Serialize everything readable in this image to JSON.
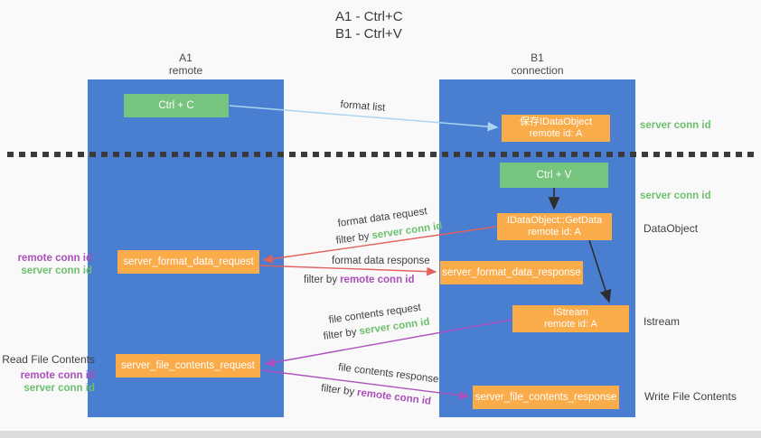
{
  "title": {
    "line1": "A1 - Ctrl+C",
    "line2": "B1 - Ctrl+V"
  },
  "columns": {
    "a1": {
      "name": "A1",
      "subtitle": "remote"
    },
    "b1": {
      "name": "B1",
      "subtitle": "connection"
    }
  },
  "boxes": {
    "ctrl_c": {
      "label": "Ctrl + C"
    },
    "ctrl_v": {
      "label": "Ctrl + V"
    },
    "save_dataobject": {
      "line1": "保存IDataObject",
      "line2": "remote id: A"
    },
    "getdata": {
      "line1": "IDataObject::GetData",
      "line2": "remote id: A"
    },
    "istream": {
      "line1": "IStream",
      "line2": "remote id: A"
    },
    "format_request": {
      "label": "server_format_data_request"
    },
    "format_response": {
      "label": "server_format_data_response"
    },
    "file_request": {
      "label": "server_file_contents_request"
    },
    "file_response": {
      "label": "server_file_contents_response"
    }
  },
  "arrow_labels": {
    "format_list": "format list",
    "format_data_request": "format data request",
    "format_data_response": "format data response",
    "file_contents_request": "file contents request",
    "file_contents_response": "file contents response",
    "filter_by": "filter by",
    "server_conn_id": "server conn id",
    "remote_conn_id": "remote conn id"
  },
  "side_labels": {
    "server_conn_id_top": "server conn id",
    "server_conn_id_mid": "server conn id",
    "dataobject": "DataObject",
    "istream": "Istream",
    "read_file_contents": "Read File Contents",
    "write_file_contents": "Write File Contents",
    "remote_conn_id": "remote conn id",
    "server_conn_id": "server conn id"
  },
  "colors": {
    "lifeline_blue": "#4a7ed1",
    "box_green": "#77c47e",
    "box_orange": "#f9ac49",
    "arrow_red": "#e4605c",
    "arrow_magenta": "#b050c0",
    "arrow_lightblue": "#a9d5f2",
    "arrow_black": "#2d2d2d",
    "text_green": "#6cc06e",
    "text_purple": "#ab4fba"
  }
}
